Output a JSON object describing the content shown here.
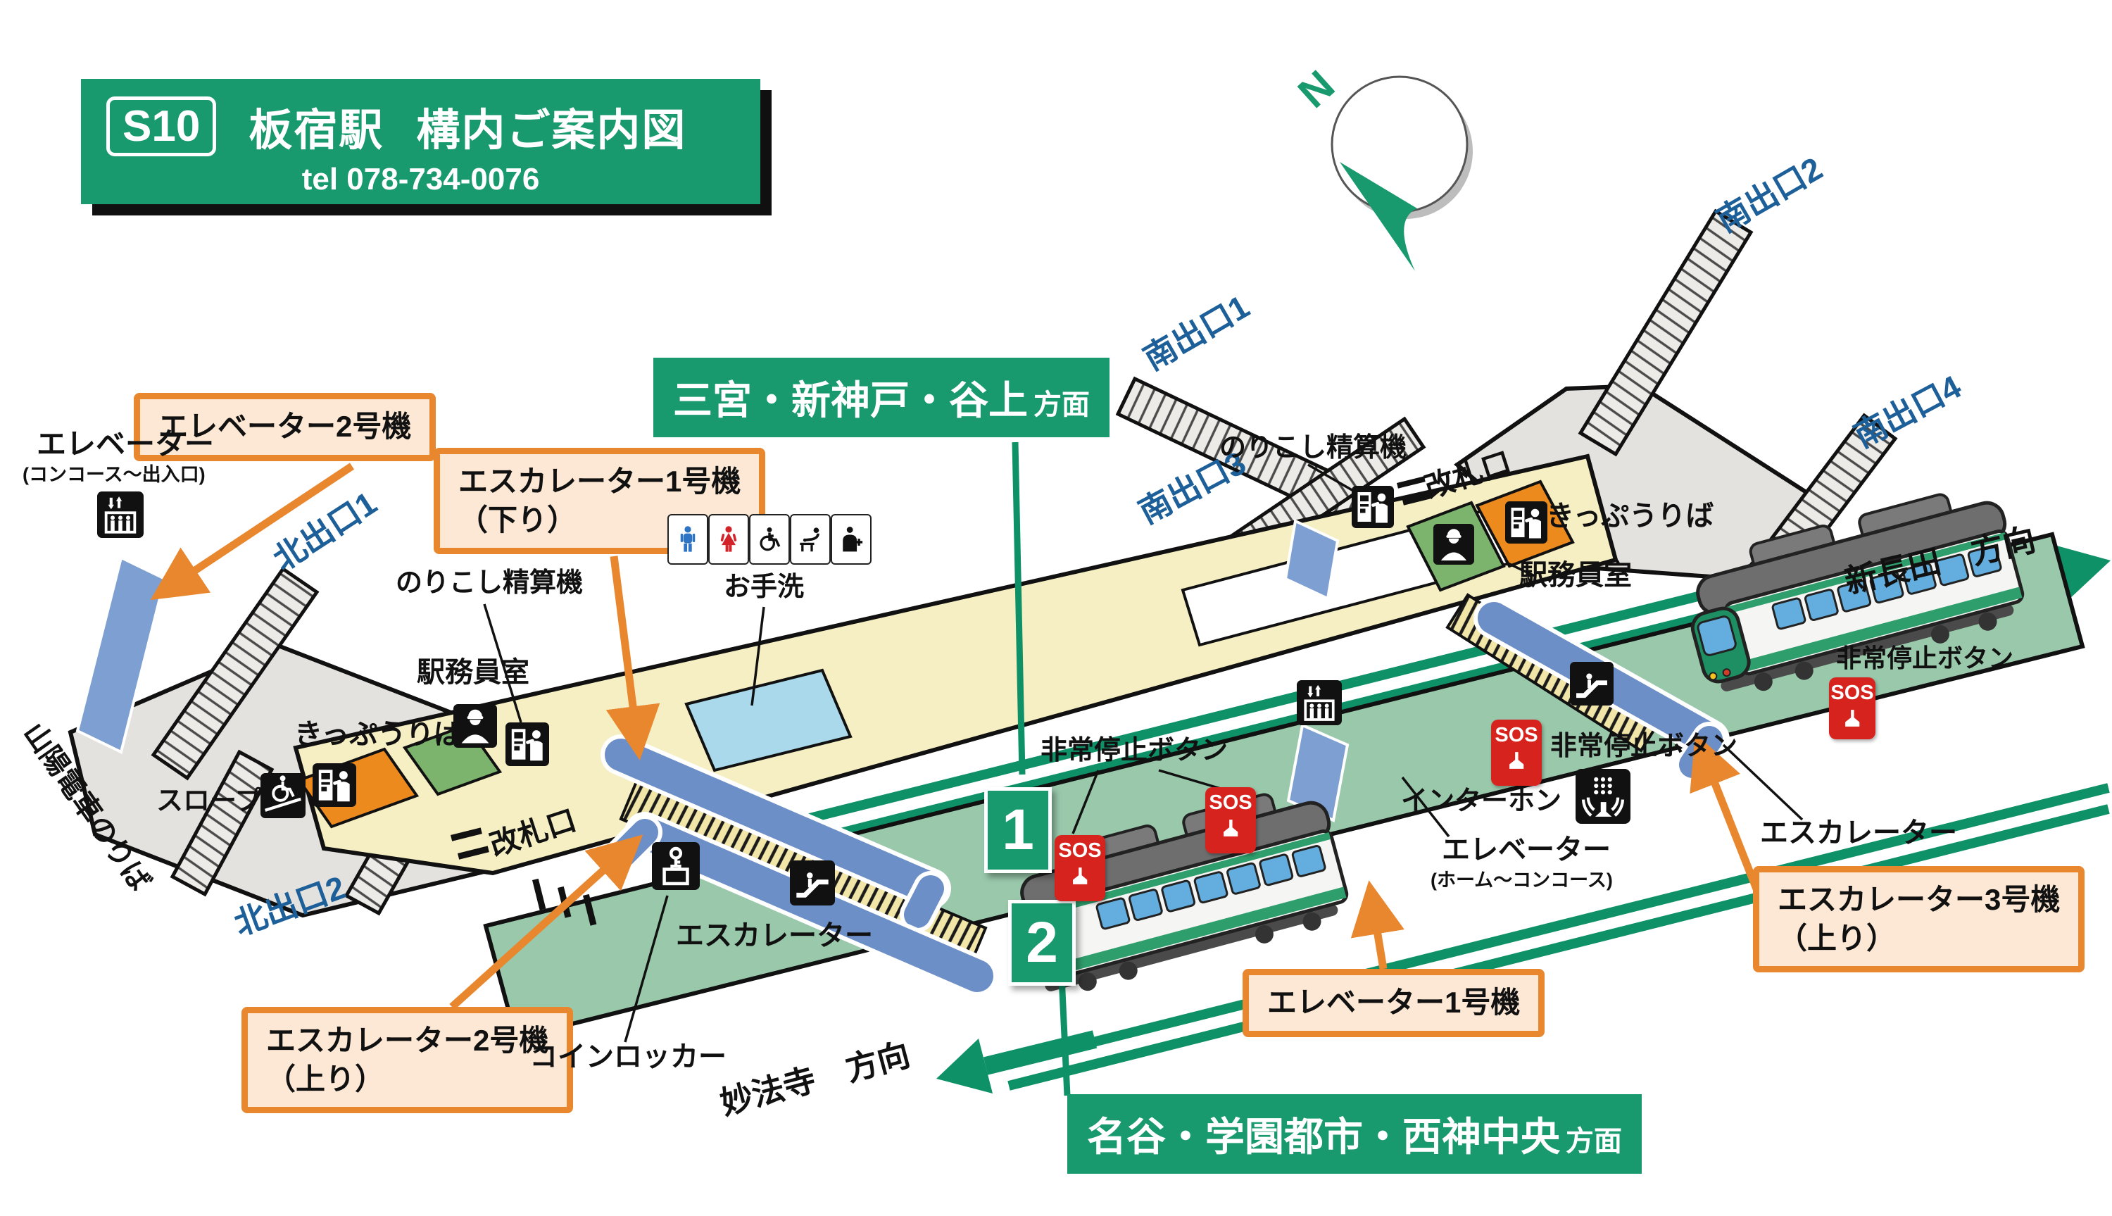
{
  "header": {
    "line_badge": "S10",
    "station": "板宿駅",
    "caption": "構内ご案内図",
    "tel": "tel 078-734-0076"
  },
  "compass": {
    "n": "N"
  },
  "banners": {
    "inbound": "三宮・新神戸・谷上",
    "inbound_suffix": "方面",
    "outbound": "名谷・学園都市・西神中央",
    "outbound_suffix": "方面"
  },
  "adjacent": {
    "east": "新長田",
    "east_suffix": "方向",
    "west": "妙法寺",
    "west_suffix": "方向",
    "sanyo": "山陽電車のりば"
  },
  "exits": {
    "n1": "北出口1",
    "n2": "北出口2",
    "s1": "南出口1",
    "s2": "南出口2",
    "s3": "南出口3",
    "s4": "南出口4"
  },
  "callouts": {
    "ev2": "エレベーター2号機",
    "es1": "エスカレーター1号機",
    "es1_sub": "（下り）",
    "es2": "エスカレーター2号機",
    "es2_sub": "（上り）",
    "es3": "エスカレーター3号機",
    "es3_sub": "（上り）",
    "ev1": "エレベーター1号機"
  },
  "labels": {
    "elevator_l": "エレベーター",
    "elevator_l_sub": "(コンコース〜出入口)",
    "elevator_p": "エレベーター",
    "elevator_p_sub": "(ホーム〜コンコース)",
    "fare_l": "のりこし精算機",
    "fare_r": "のりこし精算機",
    "office_l": "駅務員室",
    "office_r": "駅務員室",
    "tickets_l": "きっぷうりば",
    "tickets_r": "きっぷうりば",
    "gate_l": "改札口",
    "gate_r": "改札口",
    "toilet": "お手洗",
    "esc_l": "エスカレーター",
    "esc_r": "エスカレーター",
    "locker": "コインロッカー",
    "slope": "スロープ",
    "intercom": "インターホン",
    "estop_l": "非常停止ボタン",
    "estop_m": "非常停止ボタン",
    "estop_r": "非常停止ボタン",
    "sos": "SOS"
  },
  "platform": {
    "p1": "1",
    "p2": "2"
  },
  "colors": {
    "brand_green": "#18996e",
    "exit_blue": "#1d5f98",
    "callout_orange": "#e8872e",
    "callout_bg": "#fce8d4",
    "concourse_yellow": "#f6efc3",
    "platform_green": "#99c8ab",
    "track_green": "#0e9167",
    "escalator_blue": "#6c8fc8",
    "sos_red": "#d7231d",
    "toilet_blue": "#2e74c4",
    "toilet_red": "#d2232a"
  }
}
